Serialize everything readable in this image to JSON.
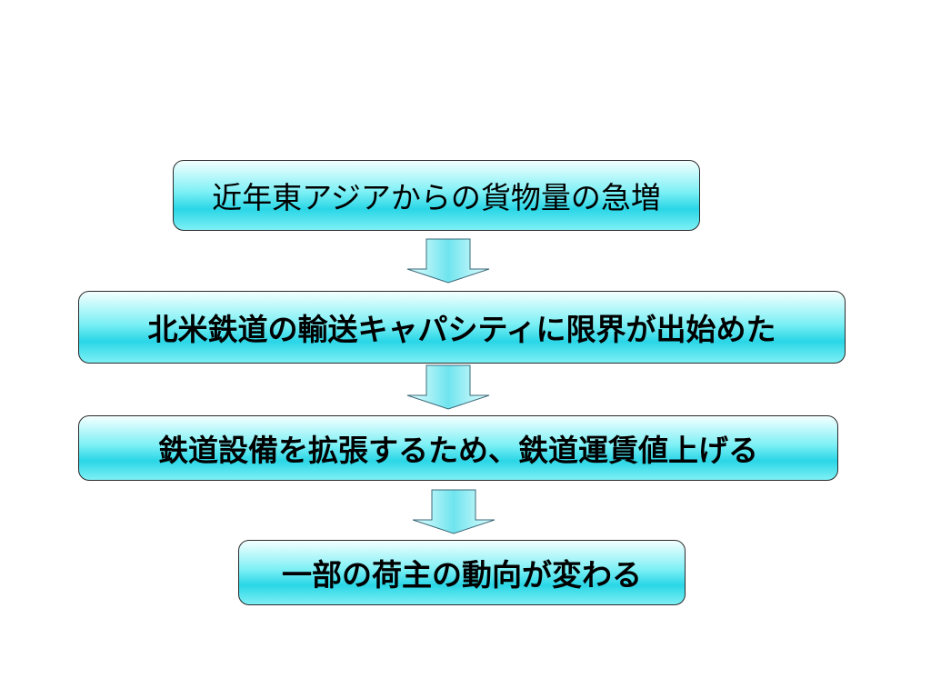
{
  "steps": [
    {
      "label": "近年東アジアからの貨物量の急増"
    },
    {
      "label": "北米鉄道の輸送キャパシティに限界が出始めた"
    },
    {
      "label": "鉄道設備を拡張するため、鉄道運賃値上げる"
    },
    {
      "label": "一部の荷主の動向が変わる"
    }
  ],
  "colors": {
    "box_fill_light": "#f4ffff",
    "box_fill_mid": "#2ad6e6",
    "box_border": "#2a2a2a",
    "arrow_fill": "#7ae6f0",
    "arrow_border": "#3a6a7a"
  }
}
